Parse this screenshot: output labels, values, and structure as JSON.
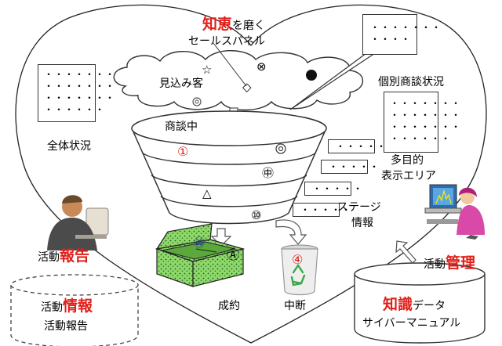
{
  "title": {
    "part1": "知恵",
    "part2": "を磨く",
    "line2": "セールスパネル"
  },
  "prospects_label": "見込み客",
  "negotiation_label": "商談中",
  "overall_status_label": "全体状況",
  "individual_status_label": "個別商談状況",
  "multipurpose_area": {
    "line1": "多目的",
    "line2": "表示エリア"
  },
  "stage_info": {
    "line1": "ステージ",
    "line2": "情報"
  },
  "contract_label": "成約",
  "suspend_label": "中断",
  "activity_report": {
    "prefix": "活動",
    "accent": "報告"
  },
  "activity_info": {
    "prefix": "活動",
    "accent": "情報",
    "sub": "活動報告"
  },
  "activity_management": {
    "prefix": "活動",
    "accent": "管理"
  },
  "knowledge_db": {
    "accent": "知識",
    "suffix": "データ",
    "line2": "サイバーマニュアル"
  },
  "funnel_marks": {
    "mark1": "①",
    "mark_naka": "㊥",
    "mark_triangle": "△",
    "mark10": "⑩"
  },
  "contract_count": "⑳",
  "contract_mark": "Ⓐ",
  "suspend_count": "④",
  "cloud_marks": {
    "star": "☆",
    "cross": "⊗",
    "diamond": "◇"
  },
  "dots": {
    "overall": "・・・・・・・\n・・・・・・・\n・・・・・・・\n・・・・・・",
    "individual_note": "・・・・・・・\n・・・・",
    "multi": "・・・・・・・\n・・・・・・・\n・・・・・・・\n・・・・・・",
    "small": "・・・・・"
  },
  "colors": {
    "accent_red": "#e0201a",
    "recycle_green": "#3aa84a",
    "box_green": "#8fd86a"
  }
}
